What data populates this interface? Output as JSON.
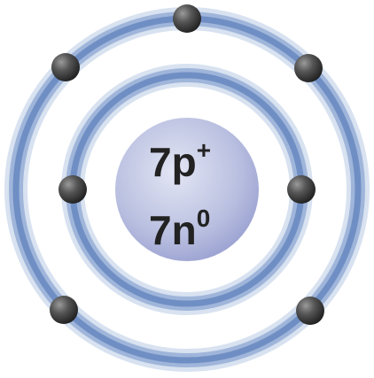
{
  "nucleus": {
    "protons": {
      "value": "7p",
      "charge": "+"
    },
    "neutrons": {
      "value": "7n",
      "charge": "0"
    }
  },
  "shells": [
    {
      "name": "inner",
      "electron_count": 2
    },
    {
      "name": "outer",
      "electron_count": 5
    }
  ],
  "colors": {
    "ring_outer_glow": "#b7c9e3",
    "ring_main": "#7895c8",
    "ring_core": "#5f7fba",
    "nucleus_light": "#d8dcee",
    "nucleus_dark": "#9ca3d2",
    "electron_light": "#8c8c8c",
    "electron_dark": "#2f2f2f",
    "text": "#222222"
  }
}
